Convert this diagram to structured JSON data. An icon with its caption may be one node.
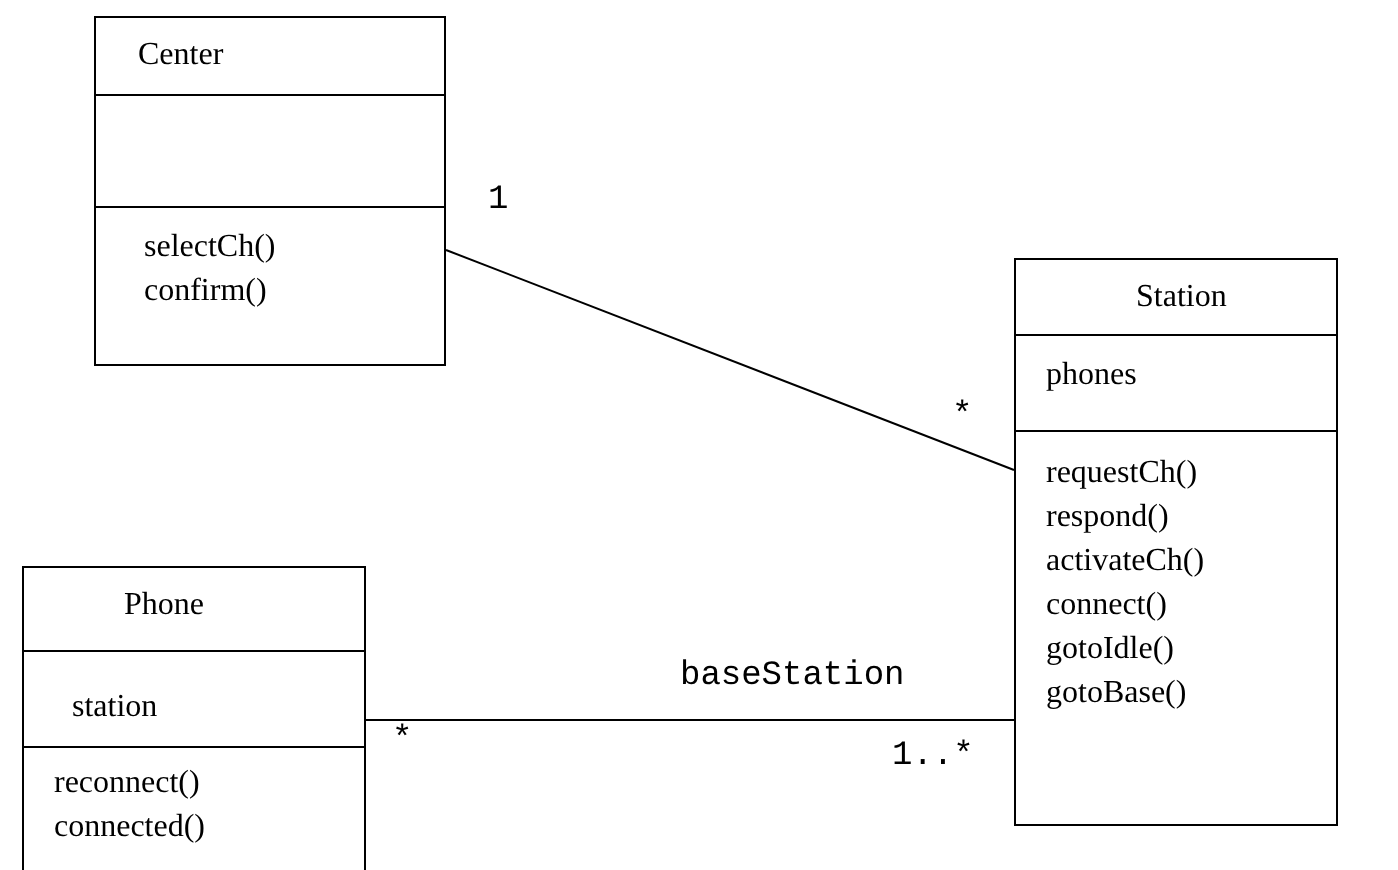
{
  "diagram": {
    "nodes": [
      {
        "text": [
          "Center",
          "selectCh()",
          "confirm()"
        ]
      },
      {
        "text": [
          "Station",
          "phones",
          "requestCh()",
          "respond()",
          "activateCh()",
          "connect()",
          "gotoIdle()",
          "gotoBase()"
        ]
      },
      {
        "text": [
          "Phone",
          "station",
          "reconnect()",
          "connected()"
        ]
      }
    ],
    "edges": [
      {
        "from": 0,
        "to": 1,
        "arrow": "none"
      },
      {
        "from": 2,
        "to": 1,
        "arrow": "none",
        "label": "baseStation"
      }
    ],
    "labels": [
      "1",
      "*",
      "*",
      "1..*"
    ]
  }
}
